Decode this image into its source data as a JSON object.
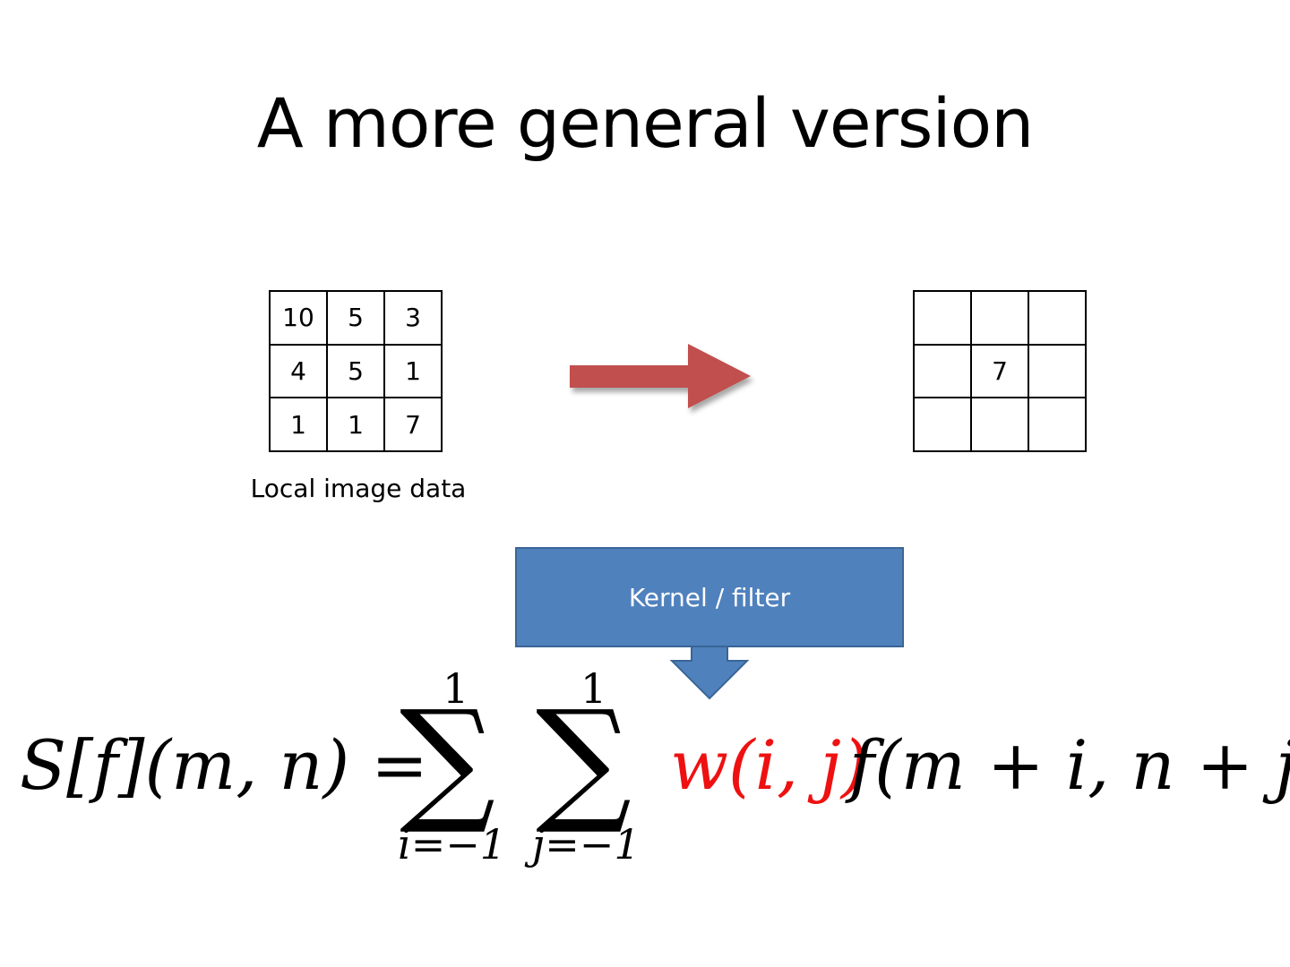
{
  "slide": {
    "title": "A more general version"
  },
  "input_grid": {
    "caption": "Local image data",
    "rows": [
      [
        "10",
        "5",
        "3"
      ],
      [
        "4",
        "5",
        "1"
      ],
      [
        "1",
        "1",
        "7"
      ]
    ]
  },
  "output_grid": {
    "rows": [
      [
        "",
        "",
        ""
      ],
      [
        "",
        "7",
        ""
      ],
      [
        "",
        "",
        ""
      ]
    ]
  },
  "kernel_callout": {
    "label": "Kernel / filter",
    "color": "#4f81bd"
  },
  "arrow": {
    "color": "#c0504d"
  },
  "equation": {
    "lhs": "S[f](m, n) =",
    "sum_i_upper": "1",
    "sum_i_lower": "i=−1",
    "sum_j_upper": "1",
    "sum_j_lower": "j=−1",
    "weight": "w(i, j)",
    "weight_color": "#ee1111",
    "rhs": "f(m + i, n + j)"
  }
}
